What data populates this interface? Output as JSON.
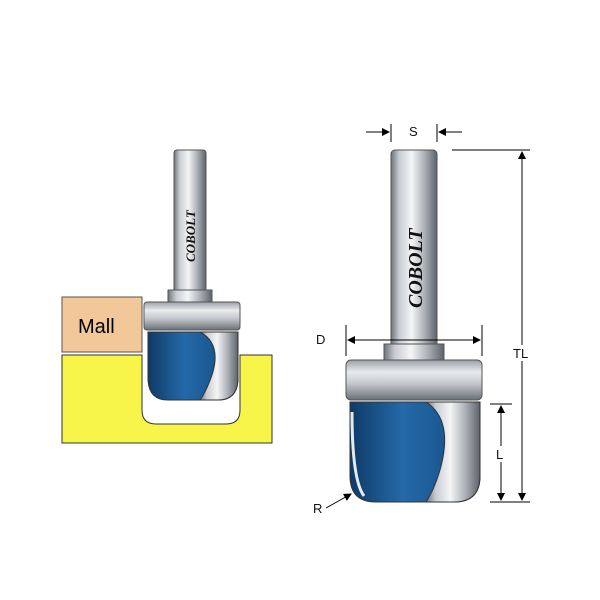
{
  "labels": {
    "template": "Mall",
    "brand_small": "COBOLT",
    "brand_large": "COBOLT",
    "shank_dim": "S",
    "cut_diameter_dim": "D",
    "total_length_dim": "TL",
    "cut_length_dim": "L",
    "radius_dim": "R"
  },
  "colors": {
    "workpiece": "#f7f44a",
    "template": "#f2c89a",
    "cutter_blue": "#1f5f9a",
    "steel": "#c7cbd0"
  }
}
